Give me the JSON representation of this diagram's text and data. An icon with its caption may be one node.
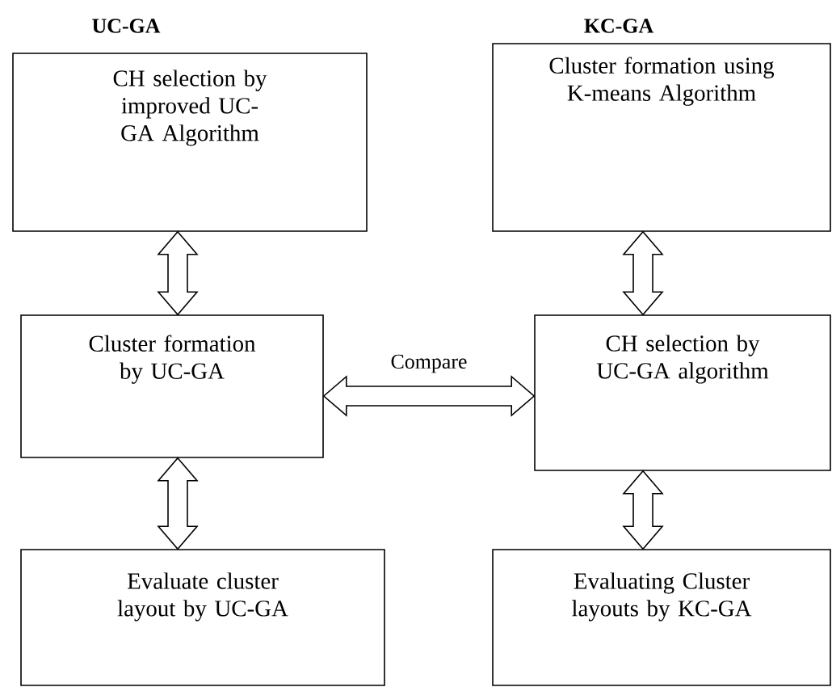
{
  "diagram": {
    "nodes": [
      {
        "text": [
          "CH selection by improved UC-GA Algorithm"
        ],
        "beside": [
          "UC-GA"
        ]
      },
      {
        "text": [
          "Cluster formation using K-means Algorithm"
        ],
        "beside": [
          "KC-GA"
        ]
      },
      {
        "text": [
          "Cluster formation by UC-GA"
        ]
      },
      {
        "text": [
          "CH selection by UC-GA algorithm"
        ]
      },
      {
        "text": [
          "Evaluate cluster layout by UC-GA"
        ]
      },
      {
        "text": [
          "Evaluating Cluster layouts by KC-GA"
        ]
      }
    ],
    "edges": [
      {
        "from": 0,
        "to": 2,
        "arrow": "both"
      },
      {
        "from": 1,
        "to": 3,
        "arrow": "both"
      },
      {
        "from": 2,
        "to": 3,
        "arrow": "both",
        "label": "Compare"
      },
      {
        "from": 2,
        "to": 4,
        "arrow": "both"
      },
      {
        "from": 3,
        "to": 5,
        "arrow": "both"
      }
    ]
  }
}
